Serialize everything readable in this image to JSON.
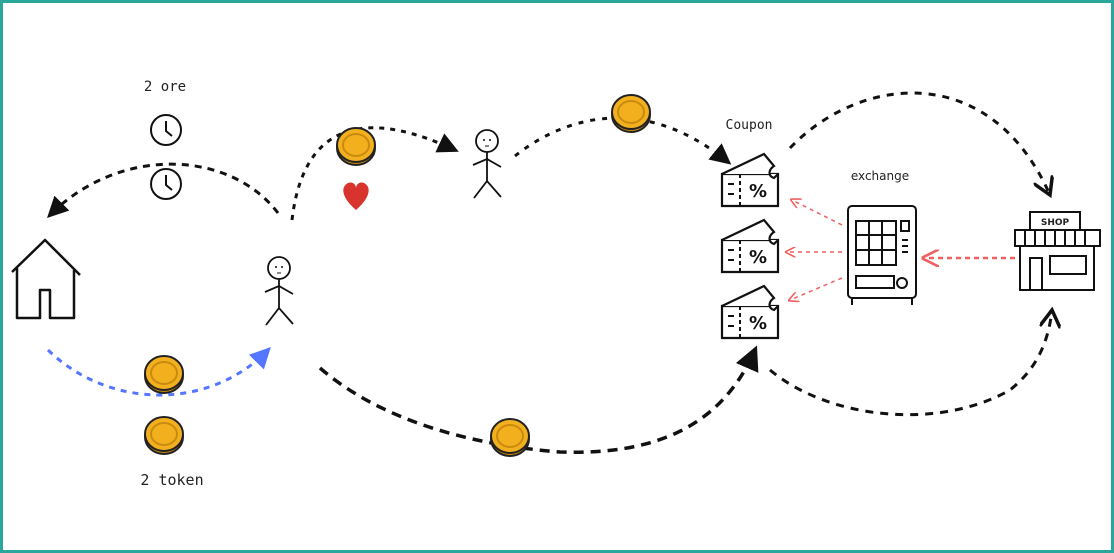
{
  "labels": {
    "hours": "2 ore",
    "tokens": "2 token",
    "coupon": "Coupon",
    "exchange": "exchange",
    "shop_sign": "SHOP"
  },
  "colors": {
    "border": "#2aa79a",
    "flow": "#111111",
    "token_flow": "#5577ff",
    "exchange_flow": "#f06060",
    "coin": "#f2b01e",
    "heart": "#d8332c"
  },
  "icons": [
    "house-icon",
    "clock-icon",
    "coin-icon",
    "person-icon",
    "heart-icon",
    "coupon-icon",
    "vending-machine-icon",
    "shop-icon"
  ]
}
